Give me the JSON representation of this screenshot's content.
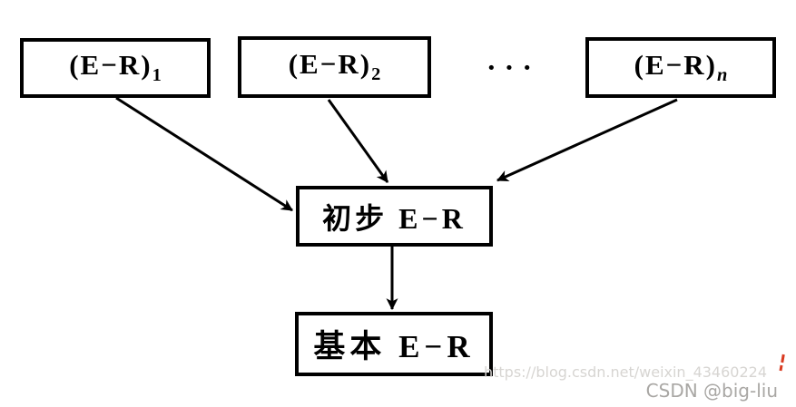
{
  "diagram": {
    "boxes": {
      "er1": {
        "label": "(E−R)",
        "sub": "1"
      },
      "er2": {
        "label": "(E−R)",
        "sub": "2"
      },
      "ern": {
        "label": "(E−R)",
        "sub": "n"
      },
      "preliminary": {
        "label": "初步 E−R"
      },
      "basic": {
        "label": "基本 E−R"
      }
    },
    "ellipsis": "···"
  },
  "watermark": {
    "url": "https://blog.csdn.net/weixin_43460224",
    "author": "CSDN @big-liu"
  },
  "colors": {
    "line": "#000000",
    "background": "#ffffff",
    "watermark_url": "#d7d5d2",
    "watermark_author": "#a9a7a4",
    "red_mark": "#d93a20"
  }
}
